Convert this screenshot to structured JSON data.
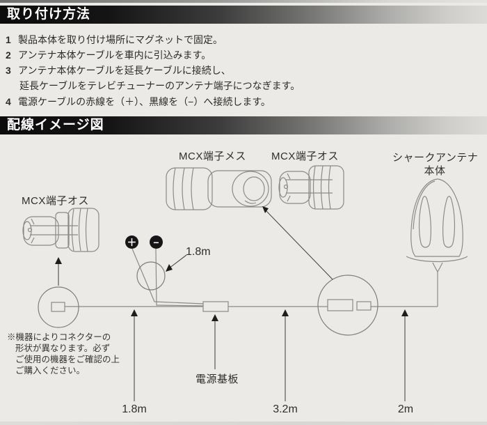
{
  "colors": {
    "paper": "#ebeae7",
    "bar_dark": "#0b0b0b",
    "line_art": "#8a8a8a",
    "arrow": "#3a3a3a",
    "text": "#2b2b2b"
  },
  "install": {
    "title": "取り付け方法",
    "steps": [
      {
        "num": "1",
        "line1": "製品本体を取り付け場所にマグネットで固定。"
      },
      {
        "num": "2",
        "line1": "アンテナ本体ケーブルを車内に引込みます。"
      },
      {
        "num": "3",
        "line1": "アンテナ本体ケーブルを延長ケーブルに接続し、",
        "line2": "延長ケーブルをテレビチューナーのアンテナ端子につなぎます。"
      },
      {
        "num": "4",
        "line1": "電源ケーブルの赤線を（＋）、黒線を（−）へ接続します。"
      }
    ]
  },
  "wiring": {
    "title": "配線イメージ図",
    "labels": {
      "mcx_left_male": "MCX端子オス",
      "mcx_female": "MCX端子メス",
      "mcx_mid_male": "MCX端子オス",
      "antenna_line1": "シャークアンテナ",
      "antenna_line2": "本体",
      "power_board": "電源基板",
      "plus_symbol": "＋",
      "minus_symbol": "−",
      "power_cable_length": "1.8m",
      "left_cable_length": "1.8m",
      "mid_cable_length": "3.2m",
      "antenna_cable_length": "2m"
    },
    "note": {
      "line1": "※機器によりコネクターの",
      "line2": "形状が異なります。必ず",
      "line3": "ご使用の機器をご確認の上",
      "line4": "ご購入ください。"
    }
  }
}
